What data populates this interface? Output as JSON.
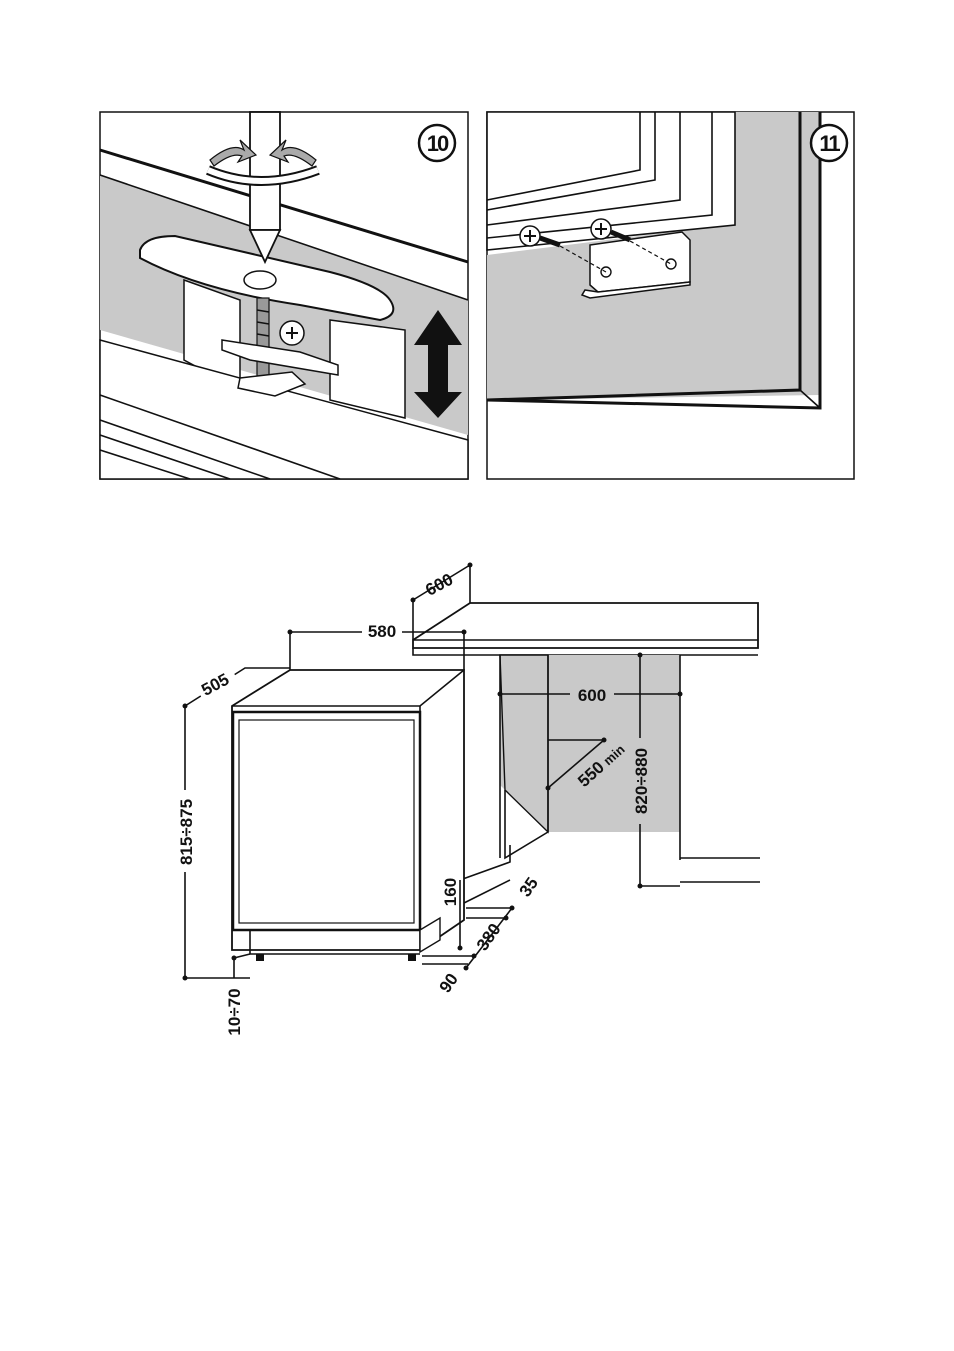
{
  "panels": {
    "step10": {
      "badge": "10"
    },
    "step11": {
      "badge": "11"
    }
  },
  "dimensions": {
    "top_depth": "600",
    "top_width": "580",
    "cabinet_depth": "505",
    "height_range": "815÷875",
    "feet_range": "10÷70",
    "niche_width": "600",
    "niche_depth_min_value": "550",
    "niche_depth_min_suffix": "min",
    "niche_height_range": "820÷880",
    "plinth_height": "160",
    "vent_35": "35",
    "vent_380": "380",
    "vent_90": "90"
  }
}
